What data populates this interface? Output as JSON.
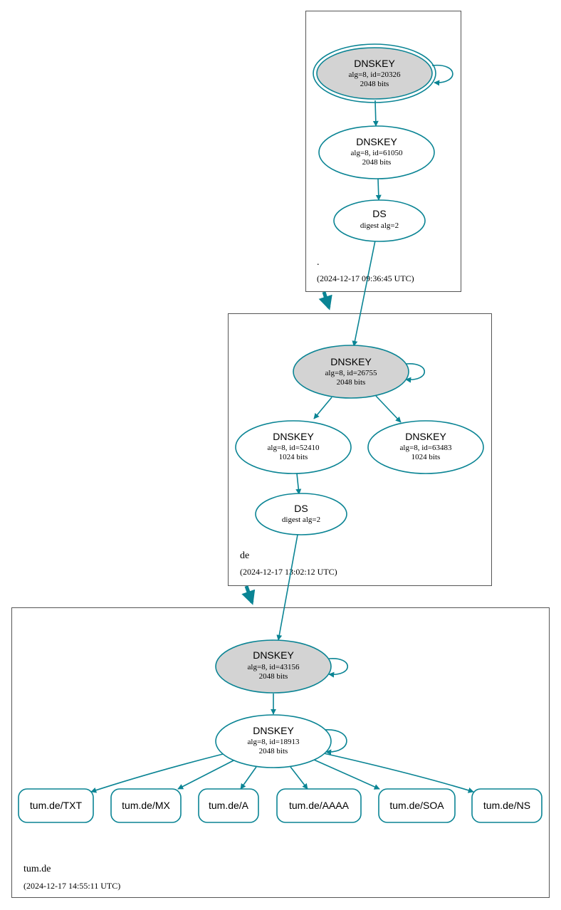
{
  "colors": {
    "edge": "#0a8494",
    "node_border": "#0a8494",
    "sep_fill": "#d3d3d3",
    "zone_border": "#555555"
  },
  "zones": {
    "root": {
      "name": ".",
      "time": "(2024-12-17 09:36:45 UTC)"
    },
    "de": {
      "name": "de",
      "time": "(2024-12-17 13:02:12 UTC)"
    },
    "tum": {
      "name": "tum.de",
      "time": "(2024-12-17 14:55:11 UTC)"
    }
  },
  "nodes": {
    "root_ksk": {
      "title": "DNSKEY",
      "line1": "alg=8, id=20326",
      "line2": "2048 bits"
    },
    "root_zsk": {
      "title": "DNSKEY",
      "line1": "alg=8, id=61050",
      "line2": "2048 bits"
    },
    "root_ds": {
      "title": "DS",
      "line1": "digest alg=2"
    },
    "de_ksk": {
      "title": "DNSKEY",
      "line1": "alg=8, id=26755",
      "line2": "2048 bits"
    },
    "de_zsk1": {
      "title": "DNSKEY",
      "line1": "alg=8, id=52410",
      "line2": "1024 bits"
    },
    "de_zsk2": {
      "title": "DNSKEY",
      "line1": "alg=8, id=63483",
      "line2": "1024 bits"
    },
    "de_ds": {
      "title": "DS",
      "line1": "digest alg=2"
    },
    "tum_ksk": {
      "title": "DNSKEY",
      "line1": "alg=8, id=43156",
      "line2": "2048 bits"
    },
    "tum_zsk": {
      "title": "DNSKEY",
      "line1": "alg=8, id=18913",
      "line2": "2048 bits"
    }
  },
  "records": [
    "tum.de/TXT",
    "tum.de/MX",
    "tum.de/A",
    "tum.de/AAAA",
    "tum.de/SOA",
    "tum.de/NS"
  ]
}
